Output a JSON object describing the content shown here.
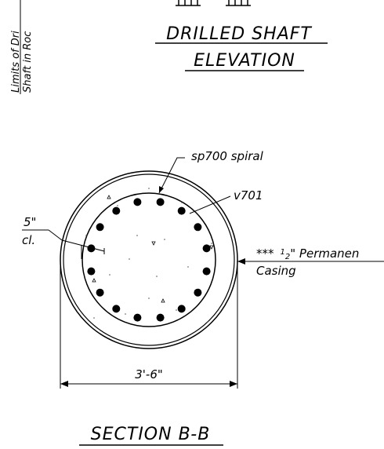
{
  "drawing": {
    "title_line1": "DRILLED SHAFT",
    "title_line2": "ELEVATION",
    "side_note_line1": "Limits of Dri",
    "side_note_line2": "Shaft in Roc",
    "section_title": "SECTION B-B",
    "labels": {
      "spiral": "sp700 spiral",
      "vertical_bars": "v701",
      "clear_cover": "5\"",
      "clear_cover_abbrev": "cl.",
      "casing_prefix": "***",
      "casing_fraction": "1/2",
      "casing_text": "\" Permanen",
      "casing_line2": "Casing",
      "diameter": "3'-6\""
    },
    "rebar_count": 16
  }
}
